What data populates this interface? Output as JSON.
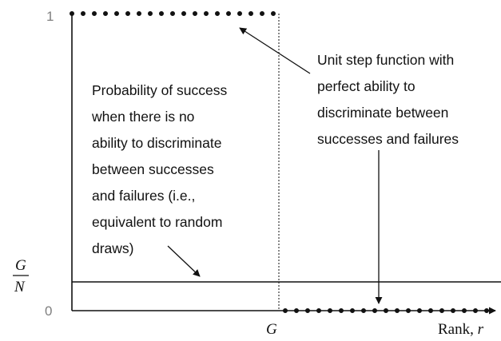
{
  "axes": {
    "y_tick_top": "1",
    "y_tick_bottom": "0",
    "ratio_numerator": "G",
    "ratio_denominator": "N",
    "x_marker": "G",
    "x_axis_label": "Rank, ",
    "x_axis_symbol": "r"
  },
  "annotations": {
    "random_draws": [
      "Probability of success",
      "when there is no",
      "ability to discriminate",
      "between successes",
      "and failures (i.e.,",
      "equivalent to random",
      "draws)"
    ],
    "step_function": [
      "Unit step function with",
      "perfect ability to",
      "discriminate between",
      "successes and failures"
    ]
  },
  "colors": {
    "ink": "#111111",
    "tick_label": "#7f7f7f"
  }
}
